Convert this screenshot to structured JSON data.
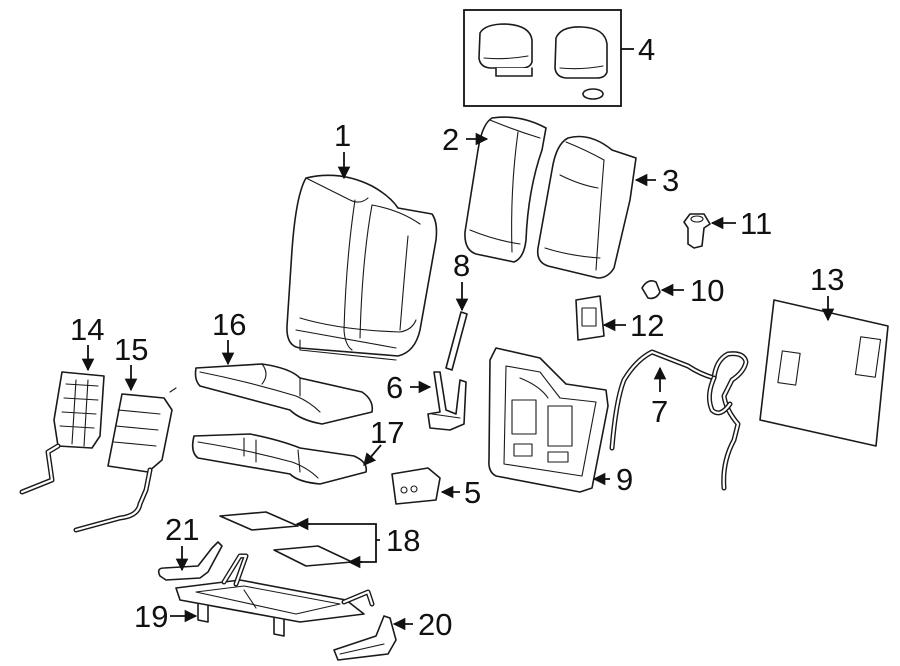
{
  "callouts": [
    {
      "id": "c1",
      "label": "1"
    },
    {
      "id": "c2",
      "label": "2"
    },
    {
      "id": "c3",
      "label": "3"
    },
    {
      "id": "c4",
      "label": "4"
    },
    {
      "id": "c5",
      "label": "5"
    },
    {
      "id": "c6",
      "label": "6"
    },
    {
      "id": "c7",
      "label": "7"
    },
    {
      "id": "c8",
      "label": "8"
    },
    {
      "id": "c9",
      "label": "9"
    },
    {
      "id": "c10",
      "label": "10"
    },
    {
      "id": "c11",
      "label": "11"
    },
    {
      "id": "c12",
      "label": "12"
    },
    {
      "id": "c13",
      "label": "13"
    },
    {
      "id": "c14",
      "label": "14"
    },
    {
      "id": "c15",
      "label": "15"
    },
    {
      "id": "c16",
      "label": "16"
    },
    {
      "id": "c17",
      "label": "17"
    },
    {
      "id": "c18",
      "label": "18"
    },
    {
      "id": "c19",
      "label": "19"
    },
    {
      "id": "c20",
      "label": "20"
    },
    {
      "id": "c21",
      "label": "21"
    }
  ]
}
